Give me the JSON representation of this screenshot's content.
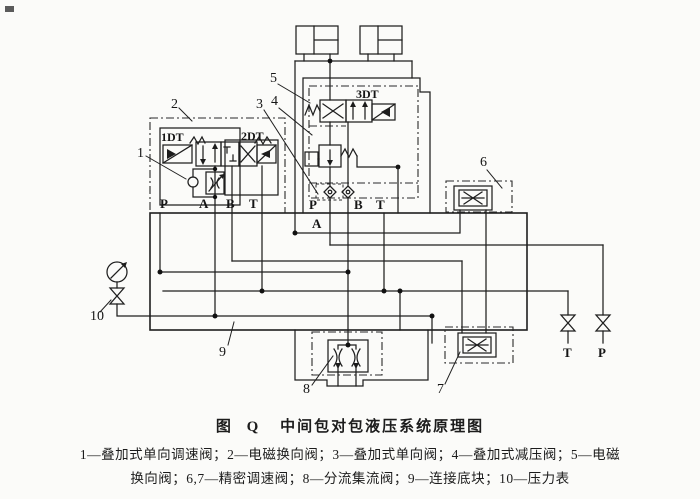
{
  "page": {
    "background": "#fbfbf9",
    "ink": "#1c1c1c"
  },
  "figure": {
    "caption": {
      "figure_label": "图",
      "figure_code": "Q",
      "title": "中间包对包液压系统原理图"
    },
    "legend": {
      "line1": "1—叠加式单向调速阀；2—电磁换向阀；3—叠加式单向阀；4—叠加式减压阀；5—电磁",
      "line2": "换向阀；6,7—精密调速阀；8—分流集流阀；9—连接底块；10—压力表"
    },
    "component_numbers": {
      "n1": "1",
      "n2": "2",
      "n3": "3",
      "n4": "4",
      "n5": "5",
      "n6": "6",
      "n7": "7",
      "n8": "8",
      "n9": "9",
      "n10": "10"
    },
    "solenoid_labels": {
      "dt1": "1DT",
      "dt2": "2DT",
      "dt3": "3DT"
    },
    "ports": {
      "left": [
        "P",
        "A",
        "B",
        "T"
      ],
      "right": [
        "P",
        "B",
        "T"
      ],
      "right_a": "A",
      "outlet_t": "T",
      "outlet_p": "P"
    }
  }
}
